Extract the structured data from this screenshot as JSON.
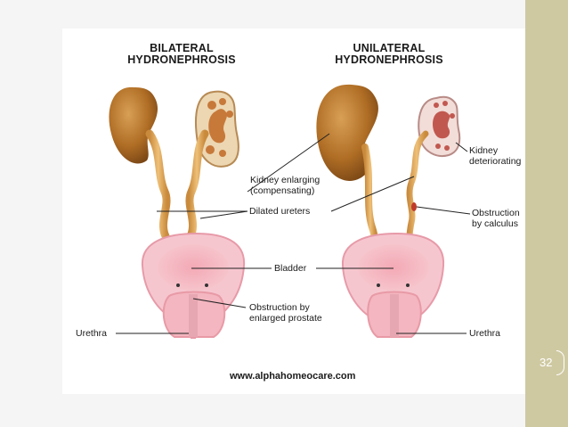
{
  "titles": {
    "bilateral_line1": "BILATERAL",
    "bilateral_line2": "HYDRONEPHROSIS",
    "unilateral_line1": "UNILATERAL",
    "unilateral_line2": "HYDRONEPHROSIS"
  },
  "labels": {
    "kidney_enlarging_line1": "Kidney enlarging",
    "kidney_enlarging_line2": "(compensating)",
    "dilated_ureters": "Dilated ureters",
    "bladder": "Bladder",
    "obstruction_prostate_line1": "Obstruction by",
    "obstruction_prostate_line2": "enlarged prostate",
    "urethra_left": "Urethra",
    "urethra_right": "Urethra",
    "kidney_deteriorating_line1": "Kidney",
    "kidney_deteriorating_line2": "deteriorating",
    "obstruction_calculus_line1": "Obstruction",
    "obstruction_calculus_line2": "by calculus"
  },
  "website": "www.alphahomeocare.com",
  "slide_number": "32",
  "colors": {
    "sidebar": "#cfc9a2",
    "kidney": "#b9762b",
    "ureter": "#e0ab5c",
    "bladder": "#f2b3bd"
  }
}
